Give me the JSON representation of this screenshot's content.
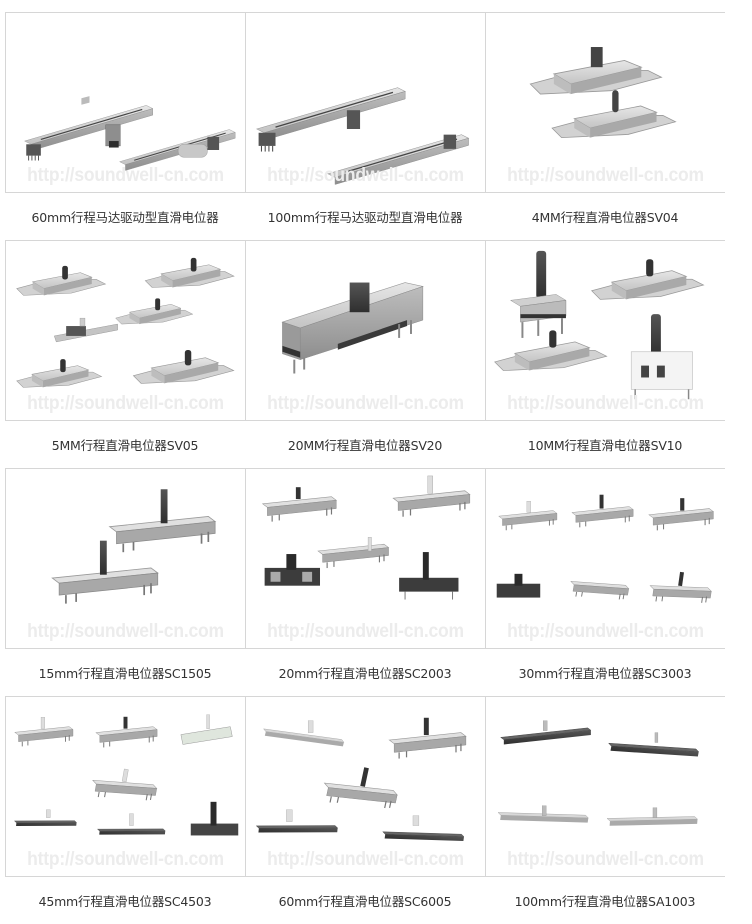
{
  "watermark": "http://soundwell-cn.com",
  "colors": {
    "grid_line": "#d6d6d6",
    "caption_text": "#333333",
    "watermark": "#ececec"
  },
  "products": [
    {
      "caption": "60mm行程马达驱动型直滑电位器",
      "image": "motorized-fader-60mm"
    },
    {
      "caption": "100mm行程马达驱动型直滑电位器",
      "image": "motorized-fader-100mm"
    },
    {
      "caption": "4MM行程直滑电位器SV04",
      "image": "slide-switch-sv04"
    },
    {
      "caption": "5MM行程直滑电位器SV05",
      "image": "slide-switch-sv05"
    },
    {
      "caption": "20MM行程直滑电位器SV20",
      "image": "slide-pot-sv20"
    },
    {
      "caption": "10MM行程直滑电位器SV10",
      "image": "slide-switch-sv10"
    },
    {
      "caption": "15mm行程直滑电位器SC1505",
      "image": "slide-pot-sc1505"
    },
    {
      "caption": "20mm行程直滑电位器SC2003",
      "image": "slide-pot-sc2003"
    },
    {
      "caption": "30mm行程直滑电位器SC3003",
      "image": "slide-pot-sc3003"
    },
    {
      "caption": "45mm行程直滑电位器SC4503",
      "image": "slide-pot-sc4503"
    },
    {
      "caption": "60mm行程直滑电位器SC6005",
      "image": "slide-pot-sc6005"
    },
    {
      "caption": "100mm行程直滑电位器SA1003",
      "image": "slide-pot-sa1003"
    }
  ]
}
